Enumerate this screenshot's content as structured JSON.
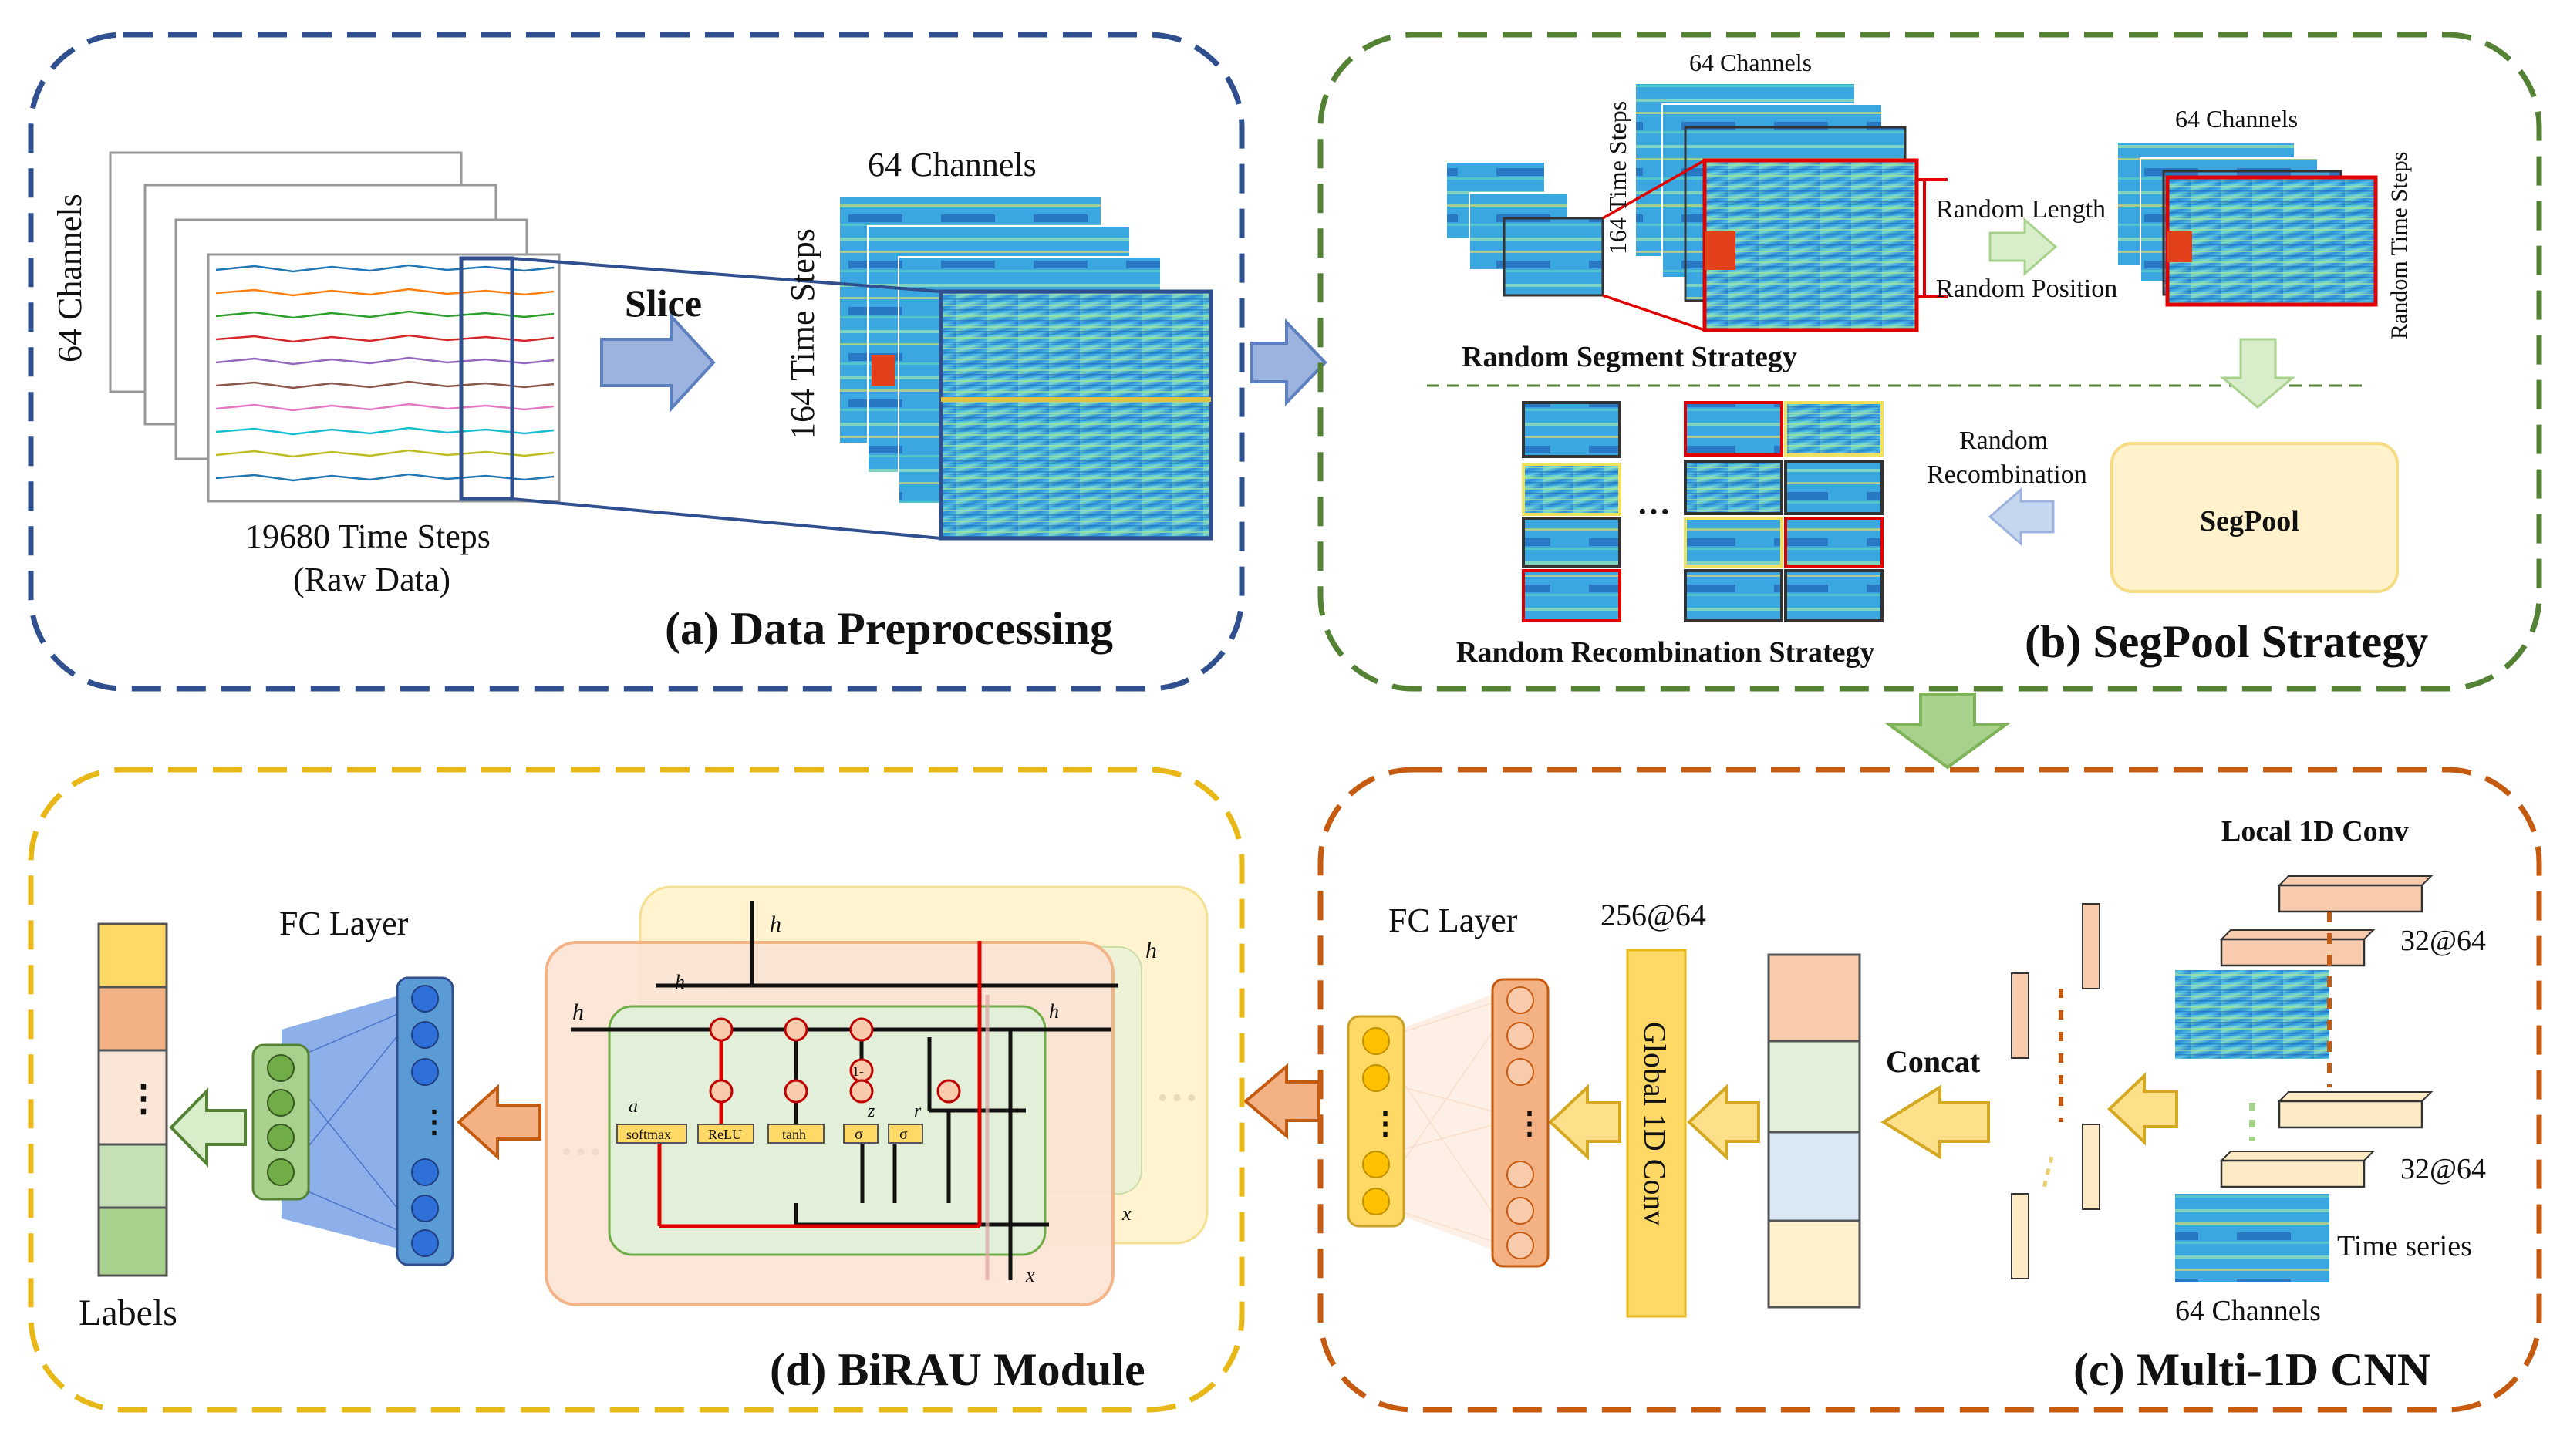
{
  "panel_a": {
    "title": "(a) Data Preprocessing",
    "raw_channels": "64 Channels",
    "raw_steps": "19680 Time Steps",
    "raw_label": "(Raw Data)",
    "slice": "Slice",
    "img_channels": "64 Channels",
    "img_steps": "164 Time Steps"
  },
  "panel_b": {
    "title": "(b) SegPool Strategy",
    "channels_top": "64 Channels",
    "time_steps_small": "164 Time Steps",
    "random_length": "Random Length",
    "random_position": "Random Position",
    "channels_right": "64 Channels",
    "random_time_steps": "Random Time Steps",
    "segment_strategy": "Random Segment Strategy",
    "random": "Random",
    "recombination": "Recombination",
    "segpool": "SegPool",
    "recombination_strategy": "Random Recombination Strategy",
    "ellipsis": "···"
  },
  "panel_c": {
    "title": "(c) Multi-1D CNN",
    "local_conv": "Local 1D Conv",
    "dim_top": "32@64",
    "dim_bottom": "32@64",
    "time_series": "Time series",
    "channels": "64 Channels",
    "concat": "Concat",
    "global_conv": "Global 1D Conv",
    "dim_global": "256@64",
    "fc_layer": "FC Layer"
  },
  "panel_d": {
    "title": "(d) BiRAU Module",
    "fc_layer": "FC Layer",
    "labels": "Labels",
    "ellipsis": "···",
    "vdots": "⋮",
    "gate_softmax": "softmax",
    "gate_relu": "ReLU",
    "gate_tanh": "tanh",
    "gate_sigma1": "σ",
    "gate_sigma2": "σ",
    "var_ht": "h",
    "var_htm1": "h",
    "var_xt": "x",
    "var_at": "a",
    "var_zt": "z",
    "var_rt": "r",
    "var_one_minus": "1-"
  },
  "colors": {
    "blue_border": "#2f4f8f",
    "green_border": "#548235",
    "orange_border": "#c55a11",
    "yellow_border": "#e8b818",
    "arrow_blue": "#9db3df",
    "arrow_green": "#a9d18e",
    "arrow_orange": "#f4b183",
    "arrow_yellow": "#ffe08a",
    "red": "#e00000"
  }
}
